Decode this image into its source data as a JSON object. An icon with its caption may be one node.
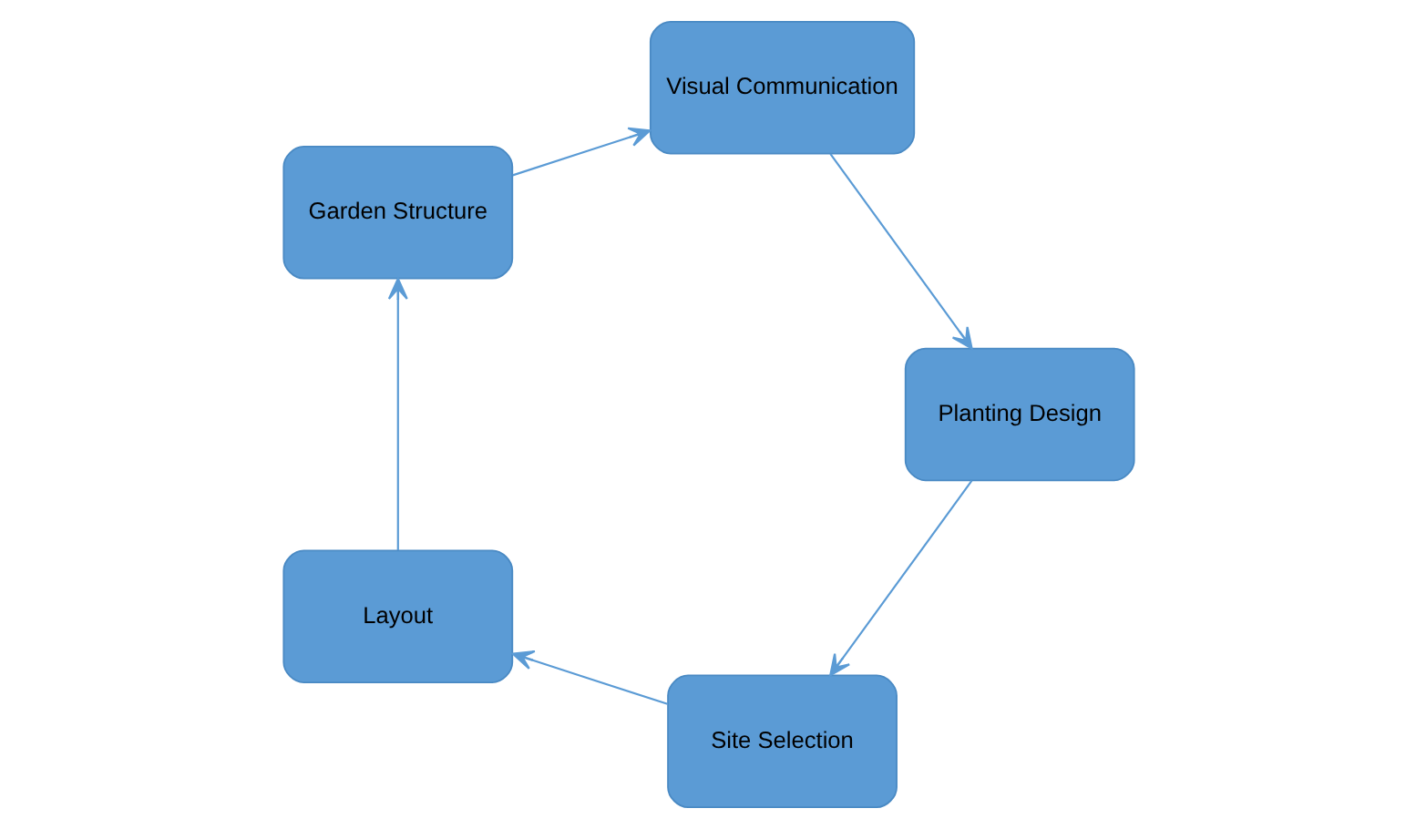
{
  "diagram": {
    "nodes": [
      {
        "text": [
          "Site Selection"
        ]
      },
      {
        "text": [
          "Layout"
        ]
      },
      {
        "text": [
          "Garden Structure"
        ]
      },
      {
        "text": [
          "Visual Communication"
        ]
      },
      {
        "text": [
          "Planting Design"
        ]
      }
    ],
    "edges": [
      {
        "from": 0,
        "to": 1,
        "arrow": "to"
      },
      {
        "from": 1,
        "to": 2,
        "arrow": "to"
      },
      {
        "from": 2,
        "to": 3,
        "arrow": "to"
      },
      {
        "from": 3,
        "to": 4,
        "arrow": "to"
      },
      {
        "from": 4,
        "to": 0,
        "arrow": "to"
      }
    ]
  }
}
